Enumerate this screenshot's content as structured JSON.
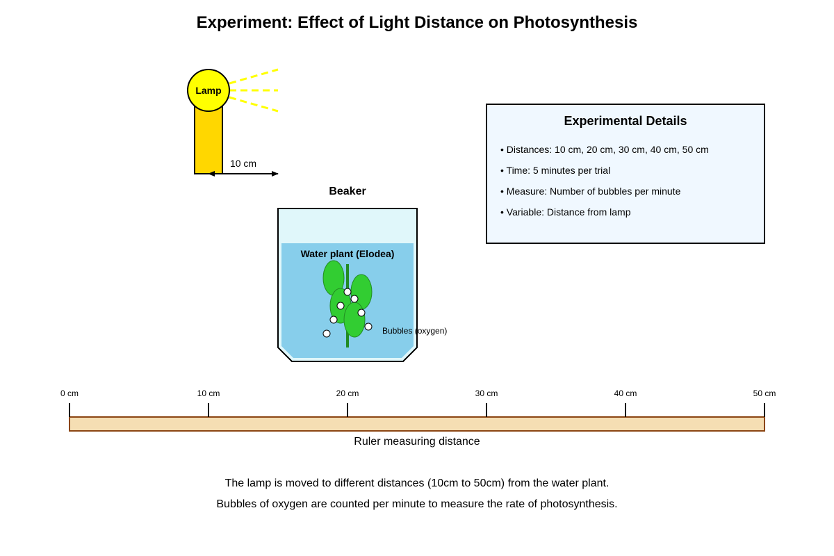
{
  "title": "Experiment: Effect of Light Distance on Photosynthesis",
  "lamp": {
    "label": "Lamp",
    "bulb_color": "#FFFF00",
    "stand_color": "#FFD700",
    "ray_color": "#FFFF00",
    "distance_label": "10 cm"
  },
  "beaker": {
    "label": "Beaker",
    "water_color": "#87CEEB",
    "glass_color": "#E0F7FA",
    "plant_label": "Water plant (Elodea)",
    "leaf_color": "#32CD32",
    "stem_color": "#228B22",
    "bubbles_label": "Bubbles (oxygen)"
  },
  "details": {
    "heading": "Experimental Details",
    "items": [
      "• Distances: 10 cm, 20 cm, 30 cm, 40 cm, 50 cm",
      "• Time: 5 minutes per trial",
      "• Measure: Number of bubbles per minute",
      "• Variable: Distance from lamp"
    ],
    "background": "#F0F8FF"
  },
  "ruler": {
    "ticks": [
      "0 cm",
      "10 cm",
      "20 cm",
      "30 cm",
      "40 cm",
      "50 cm"
    ],
    "caption": "Ruler measuring distance",
    "color": "#F5DEB3",
    "border_color": "#8B4513"
  },
  "footer": {
    "line1": "The lamp is moved to different distances (10cm to 50cm) from the water plant.",
    "line2": "Bubbles of oxygen are counted per minute to measure the rate of photosynthesis."
  }
}
